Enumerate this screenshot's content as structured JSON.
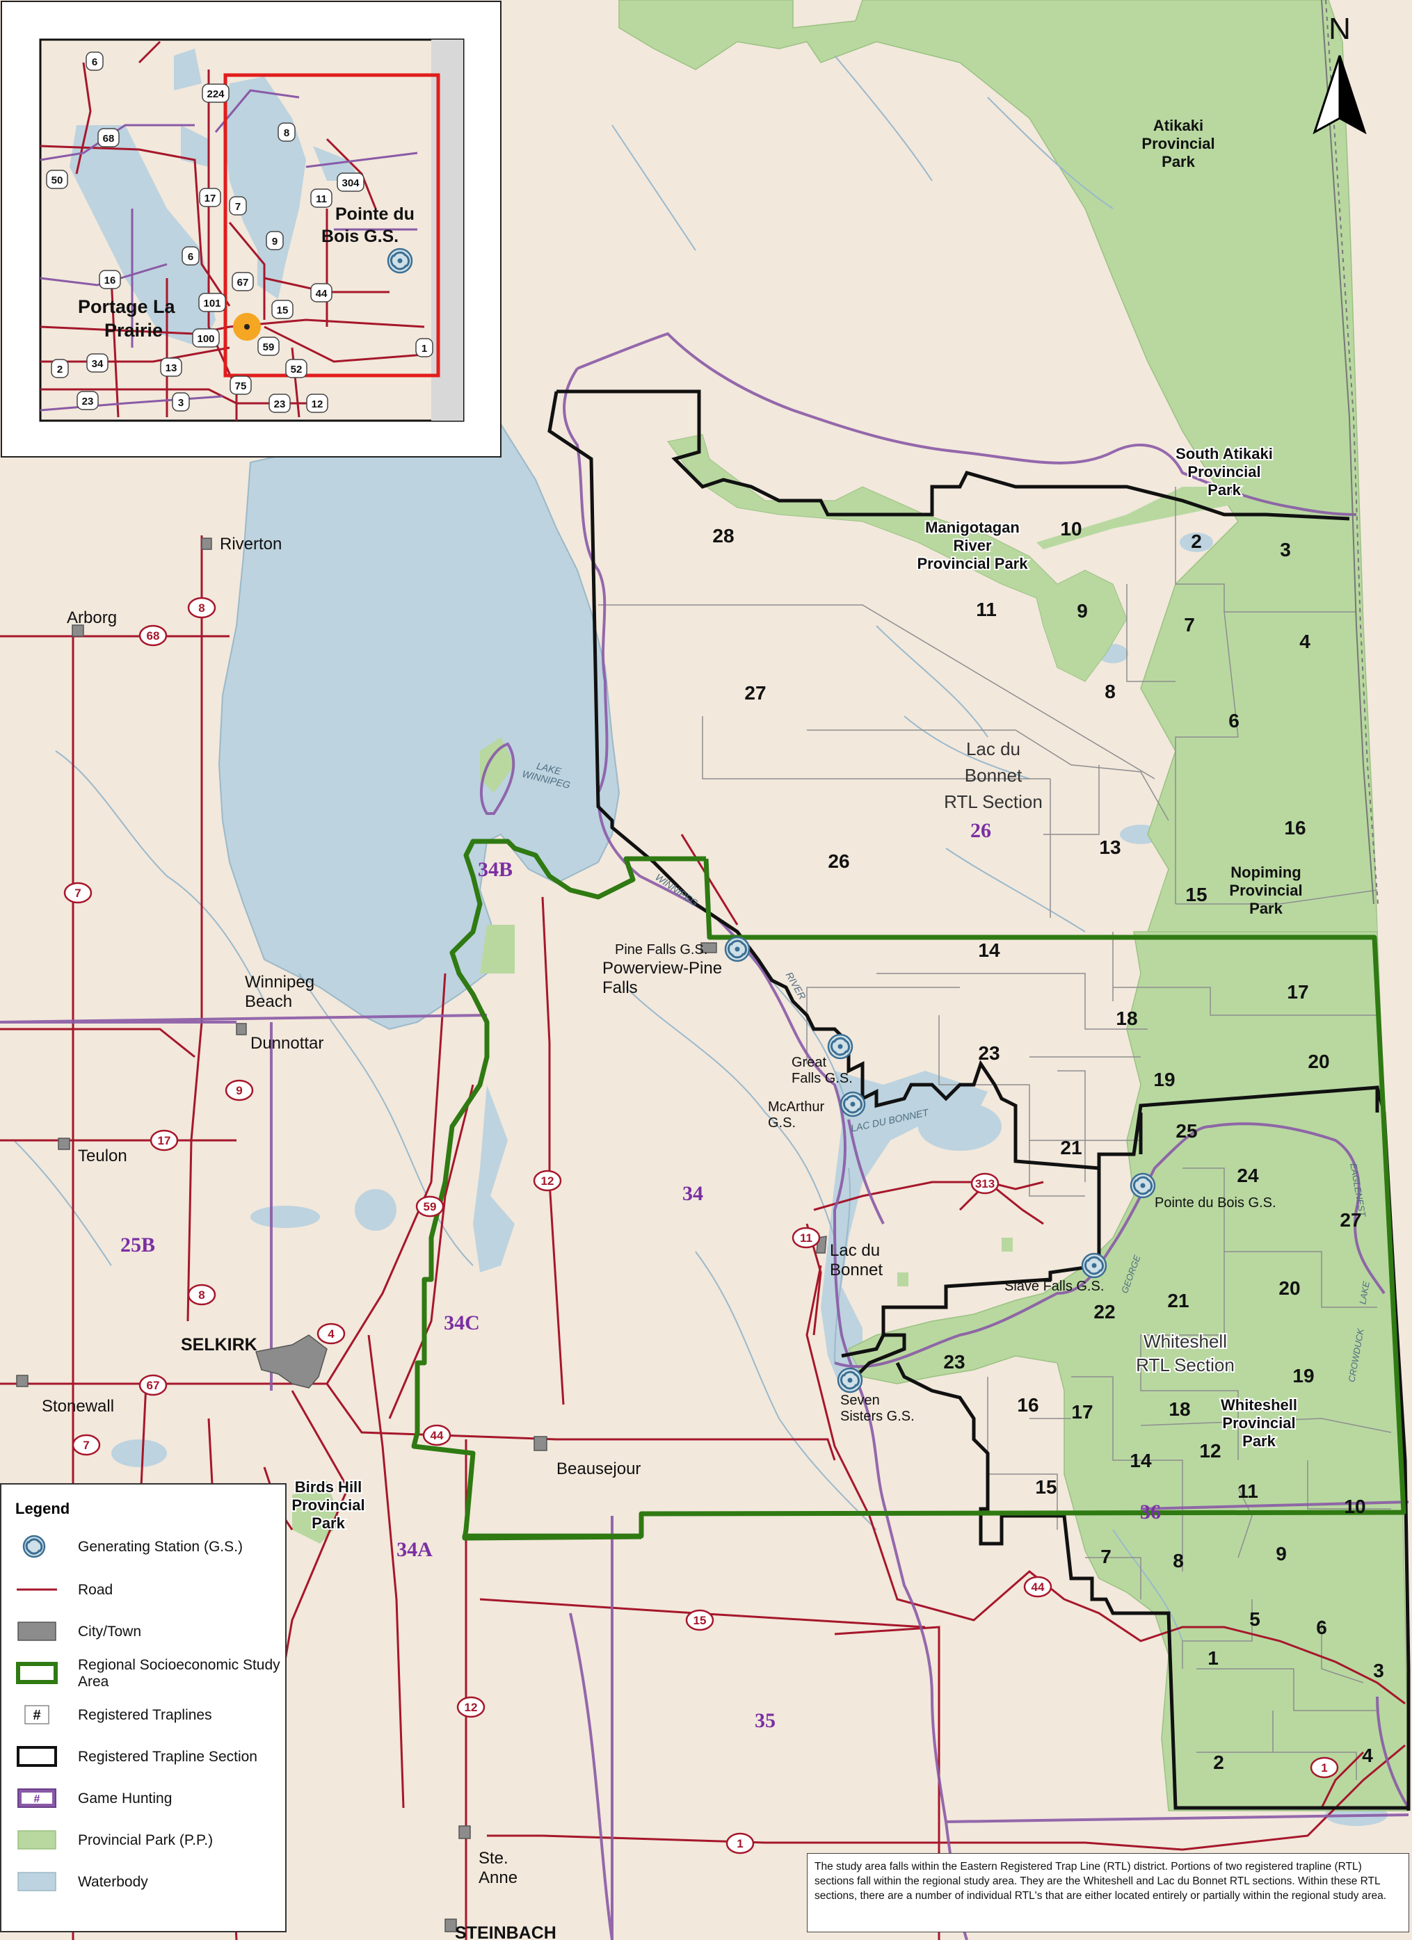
{
  "north_arrow": "N",
  "inset": {
    "labels": {
      "portage": "Portage La\nPrairie",
      "pointe": "Pointe du\nBois G.S."
    },
    "shields": [
      "6",
      "224",
      "68",
      "8",
      "50",
      "17",
      "7",
      "304",
      "11",
      "9",
      "6",
      "16",
      "67",
      "44",
      "101",
      "15",
      "100",
      "59",
      "1",
      "2",
      "34",
      "13",
      "52",
      "75",
      "23",
      "3",
      "23",
      "12"
    ]
  },
  "places": {
    "riverton": "Riverton",
    "arborg": "Arborg",
    "winnipeg_beach": "Winnipeg\nBeach",
    "dunnottar": "Dunnottar",
    "teulon": "Teulon",
    "selkirk": "SELKIRK",
    "stonewall": "Stonewall",
    "beausejour": "Beausejour",
    "ste_anne": "Ste.\nAnne",
    "steinbach": "STEINBACH",
    "lac_du_bonnet_town": "Lac du\nBonnet",
    "powerview": "Powerview-Pine\nFalls",
    "pine_falls_gs": "Pine Falls G.S.",
    "great_falls_gs": "Great\nFalls G.S.",
    "mcarthur_gs": "McArthur\nG.S.",
    "pointe_du_bois_gs": "Pointe du Bois G.S.",
    "slave_falls_gs": "Slave Falls G.S.",
    "seven_sisters_gs": "Seven\nSisters G.S."
  },
  "parks": {
    "atikaki": "Atikaki\nProvincial\nPark",
    "south_atikaki": "South Atikaki\nProvincial\nPark",
    "manigotagan": "Manigotagan\nRiver\nProvincial Park",
    "nopiming": "Nopiming\nProvincial\nPark",
    "whiteshell": "Whiteshell\nProvincial\nPark",
    "birds_hill": "Birds Hill\nProvincial\nPark"
  },
  "rtl_sections": {
    "lac_du_bonnet": "Lac du\nBonnet\nRTL Section",
    "whiteshell": "Whiteshell\nRTL Section"
  },
  "water_labels": {
    "lake_winnipeg": "LAKE\nWINNIPEG",
    "winnipeg_river_a": "WINNIPEG",
    "winnipeg_river_b": "RIVER",
    "lac_du_bonnet_lake": "LAC DU BONNET",
    "george_lake": "GEORGE",
    "crowduck": "CROWDUCK",
    "eaglenest": "EAGLENEST",
    "lake_word": "LAKE"
  },
  "game_hunting_areas": [
    "34B",
    "26",
    "25B",
    "34C",
    "34",
    "34A",
    "35",
    "36"
  ],
  "traplines": {
    "lac_du_bonnet": [
      "28",
      "10",
      "2",
      "3",
      "11",
      "9",
      "7",
      "4",
      "27",
      "8",
      "6",
      "16",
      "26",
      "13",
      "15",
      "14"
    ],
    "whiteshell_north": [
      "17",
      "18",
      "23",
      "20",
      "19",
      "21",
      "25",
      "24",
      "27",
      "22",
      "21",
      "20",
      "23",
      "19",
      "16",
      "17",
      "18",
      "14",
      "12",
      "11",
      "15",
      "10"
    ],
    "whiteshell_south": [
      "7",
      "8",
      "9",
      "5",
      "6",
      "1",
      "3",
      "2",
      "4"
    ]
  },
  "road_shields": [
    "8",
    "68",
    "7",
    "17",
    "9",
    "8",
    "4",
    "67",
    "7",
    "59",
    "12",
    "313",
    "11",
    "44",
    "44",
    "15",
    "12",
    "1",
    "1"
  ],
  "legend": {
    "title": "Legend",
    "items": [
      {
        "icon": "generating-station",
        "label": "Generating Station (G.S.)"
      },
      {
        "icon": "road",
        "label": "Road"
      },
      {
        "icon": "city-town",
        "label": "City/Town"
      },
      {
        "icon": "regional-study-area",
        "label": "Regional Socioeconomic Study Area"
      },
      {
        "icon": "registered-trapline",
        "label": "Registered Traplines"
      },
      {
        "icon": "trapline-section",
        "label": "Registered Trapline Section"
      },
      {
        "icon": "game-hunting",
        "label": "Game Hunting"
      },
      {
        "icon": "provincial-park",
        "label": "Provincial Park (P.P.)"
      },
      {
        "icon": "waterbody",
        "label": "Waterbody"
      }
    ],
    "trapline_symbol": "#",
    "game_hunting_symbol": "#"
  },
  "note": "The study area falls within the Eastern Registered Trap Line (RTL) district. Portions of two registered trapline (RTL) sections fall within the regional study area.  They are the Whiteshell and Lac du Bonnet RTL sections. Within these RTL sections, there are a number of individual RTL's that are either located entirely or partially within the regional study area.",
  "colors": {
    "land": "#f2e8dc",
    "water": "#bdd3df",
    "park": "#b8d8a0",
    "road": "#a6172b",
    "study_area": "#2f7a12",
    "trapline_section": "#111111",
    "game_hunting": "#8a5aa6",
    "game_hunting_text": "#7b2fa3",
    "inset_frame": "#e11d1d"
  }
}
